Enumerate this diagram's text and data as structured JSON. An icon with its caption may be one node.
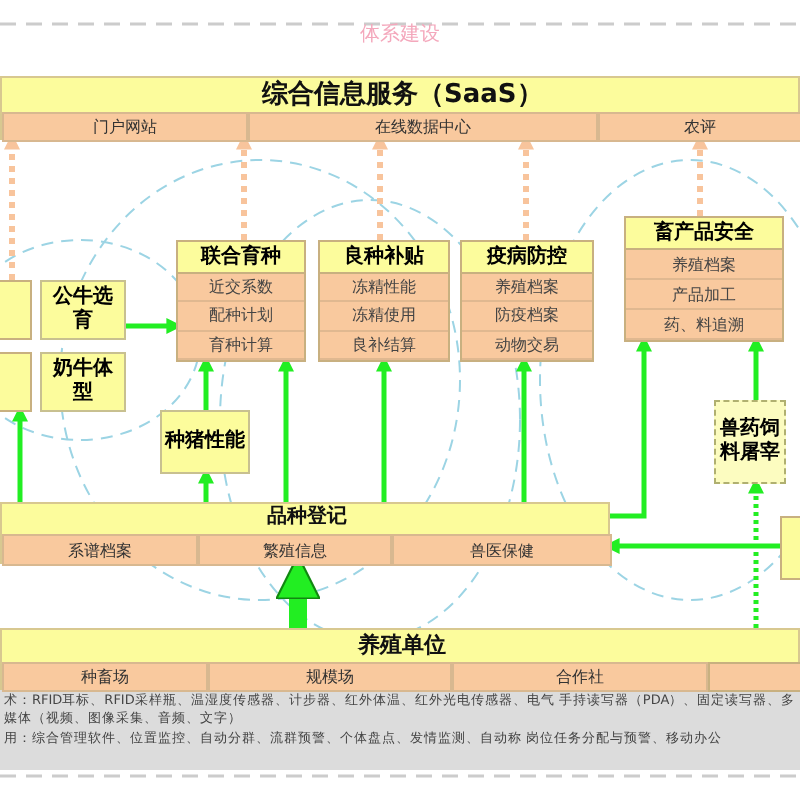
{
  "diagram": {
    "nodes": [
      {
        "text": [
          "综合信息服务（SaaS）"
        ]
      },
      {
        "text": [
          "门户网站"
        ],
        "in": 0
      },
      {
        "text": [
          "在线数据中心"
        ],
        "in": 0
      },
      {
        "text": [
          "农评"
        ],
        "in": 0
      },
      {
        "text": [],
        "shape": "box"
      },
      {
        "text": [],
        "shape": "box"
      },
      {
        "text": [
          "公牛选育"
        ]
      },
      {
        "text": [
          "奶牛体型"
        ]
      },
      {
        "text": [
          "联合育种",
          "近交系数",
          "配种计划",
          "育种计算"
        ]
      },
      {
        "text": [
          "良种补贴",
          "冻精性能",
          "冻精使用",
          "良补结算"
        ]
      },
      {
        "text": [
          "疫病防控",
          "养殖档案",
          "防疫档案",
          "动物交易"
        ]
      },
      {
        "text": [
          "畜产品安全",
          "养殖档案",
          "产品加工",
          "药、料追溯"
        ]
      },
      {
        "text": [
          "种猪性能"
        ]
      },
      {
        "text": [
          "兽药饲料屠宰"
        ]
      },
      {
        "text": [],
        "shape": "box"
      },
      {
        "text": [
          "品种登记"
        ]
      },
      {
        "text": [
          "系谱档案"
        ],
        "in": 15
      },
      {
        "text": [
          "繁殖信息"
        ],
        "in": 15
      },
      {
        "text": [
          "兽医保健"
        ],
        "in": 15
      },
      {
        "text": [
          "养殖单位"
        ]
      },
      {
        "text": [
          "种畜场"
        ],
        "in": 19
      },
      {
        "text": [
          "规模场"
        ],
        "in": 19
      },
      {
        "text": [
          "合作社"
        ],
        "in": 19
      },
      {
        "text": [],
        "shape": "box",
        "in": 19
      }
    ],
    "edges": [
      {
        "from": 6,
        "to": 8,
        "arrow": "to"
      },
      {
        "from": 12,
        "to": 8,
        "arrow": "to"
      },
      {
        "from": 15,
        "to": 12,
        "arrow": "to"
      },
      {
        "from": 15,
        "to": 8,
        "arrow": "to"
      },
      {
        "from": 15,
        "to": 9,
        "arrow": "to"
      },
      {
        "from": 15,
        "to": 10,
        "arrow": "to"
      },
      {
        "from": 15,
        "to": 11,
        "arrow": "to"
      },
      {
        "from": 13,
        "to": 11,
        "arrow": "to"
      },
      {
        "from": 19,
        "to": 13,
        "arrow": "to",
        "style": "dashed"
      },
      {
        "from": 14,
        "to": 18,
        "arrow": "to"
      },
      {
        "from": 15,
        "to": 5,
        "arrow": "to"
      },
      {
        "from": 19,
        "to": 15,
        "arrow": "to",
        "style": "thick"
      },
      {
        "from": 4,
        "to": 1,
        "arrow": "to",
        "style": "dashed",
        "color": "#f8c49c"
      },
      {
        "from": 8,
        "to": 1,
        "arrow": "to",
        "style": "dashed",
        "color": "#f8c49c"
      },
      {
        "from": 9,
        "to": 2,
        "arrow": "to",
        "style": "dashed",
        "color": "#f8c49c"
      },
      {
        "from": 10,
        "to": 2,
        "arrow": "to",
        "style": "dashed",
        "color": "#f8c49c"
      },
      {
        "from": 11,
        "to": 3,
        "arrow": "to",
        "style": "dashed",
        "color": "#f8c49c"
      }
    ],
    "labels": [
      "体系建设",
      "术：RFID耳标、RFID采样瓶、温湿度传感器、计步器、红外体温、红外光电传感器、电气 手持读写器（PDA）、固定读写器、多媒体（视频、图像采集、音频、文字）",
      "用：综合管理软件、位置监控、自动分群、流群预警、个体盘点、发情监测、自动称 岗位任务分配与预警、移动办公"
    ]
  }
}
